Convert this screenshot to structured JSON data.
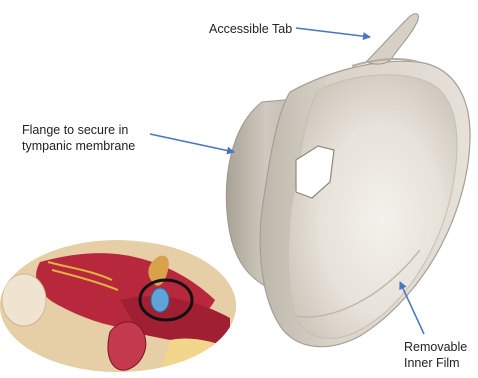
{
  "figure": {
    "labels": {
      "tab": "Accessible Tab",
      "flange": [
        "Flange to secure in",
        "tympanic membrane"
      ],
      "film": [
        "Removable",
        "Inner Film"
      ]
    },
    "colors": {
      "arrow": "#4a74c4",
      "device_light": "#ece8e1",
      "device_mid": "#d8d2c8",
      "device_shadow": "#b7b0a5",
      "tissue_red": "#b8283c",
      "bone": "#e9d6b4",
      "marker_circle": "#111111",
      "implant_blue": "#5fa3d9"
    }
  }
}
